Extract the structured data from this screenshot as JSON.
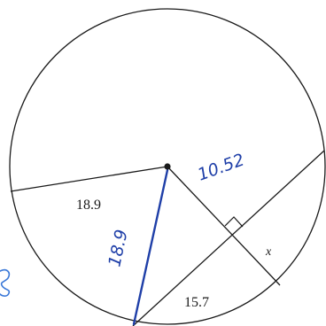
{
  "figure": {
    "labels": {
      "radius_left": "18.9",
      "radius_handwritten": "18.9",
      "center_distance_handwritten": "10.52",
      "chord_half": "15.7",
      "unknown_segment": "x"
    }
  },
  "colors": {
    "ink": "#1a1a1a",
    "handwriting": "#1f3fa8",
    "background": "#ffffff"
  }
}
